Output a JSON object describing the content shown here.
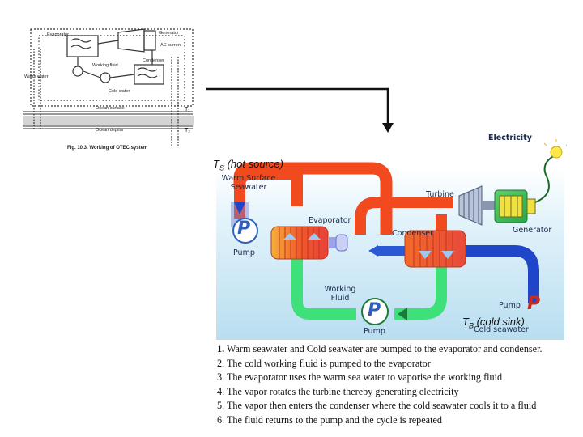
{
  "left_figure": {
    "caption": "Fig. 10.3. Working of OTEC system",
    "labels": {
      "evaporator": "Evaporator",
      "generator": "Generator",
      "ac_current": "AC current",
      "warm_water": "Warm water",
      "working_fluid": "Working fluid",
      "condenser": "Condenser",
      "cold_water": "Cold water",
      "ocean_surface": "Ocean surface",
      "ocean_depths": "Ocean depths",
      "t1": "T₁",
      "t2": "T₂"
    }
  },
  "diagram": {
    "electricity": "Electricity",
    "hot_source_symbol": "T",
    "hot_source_sub": "S",
    "hot_source_text": "(hot source)",
    "warm_surface_seawater": "Warm Surface Seawater",
    "turbine": "Turbine",
    "evaporator": "Evaporator",
    "condenser": "Condenser",
    "generator": "Generator",
    "pump_left": "Pump",
    "working_fluid": "Working Fluid",
    "pump_bottom": "Pump",
    "pump_right": "Pump",
    "cold_seawater": "Cold seawater",
    "cold_sink_symbol": "T",
    "cold_sink_sub": "B",
    "cold_sink_text": "(cold sink)",
    "pump_glyph": "P"
  },
  "steps": [
    {
      "num": "1.",
      "text": " Warm seawater and Cold seawater are pumped to the evaporator and condenser."
    },
    {
      "num": "2.",
      "text": " The cold working fluid is pumped to the evaporator"
    },
    {
      "num": "3.",
      "text": " The evaporator uses the warm sea water to vaporise the working fluid"
    },
    {
      "num": "4.",
      "text": " The vapor rotates the turbine thereby generating electricity"
    },
    {
      "num": "5.",
      "text": " The vapor then enters the condenser where the cold seawater cools it to a fluid"
    },
    {
      "num": "6.",
      "text": " The fluid returns to the pump and the cycle is repeated"
    }
  ],
  "colors": {
    "hot_pipe": "#f04a1e",
    "cold_pipe": "#1f46c8",
    "fluid_pipe": "#3ee07a",
    "sea": "#d6eef8",
    "pump_blue": "#2f5fb8",
    "pump_red": "#cc2b1a"
  }
}
